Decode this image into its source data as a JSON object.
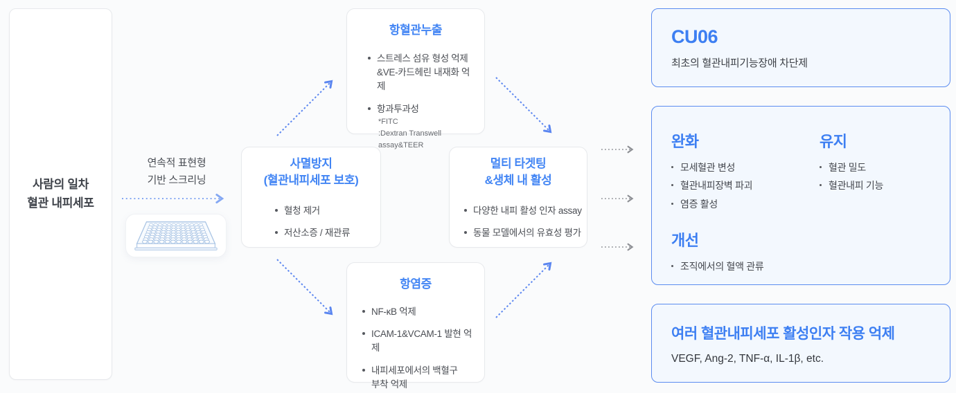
{
  "colors": {
    "accent_blue": "#4285f4",
    "panel_border_blue": "#5b8cf0",
    "panel_bg": "#f3f8fe",
    "arrow_blue": "#5b86f0",
    "arrow_light_blue": "#85a8f3",
    "arrow_gray": "#8d8f94",
    "plate_stroke": "#a9c4e4",
    "text_dark": "#3f434a",
    "text_body": "#4b4e54"
  },
  "source_box": {
    "lines": [
      "사람의 일차",
      "혈관 내피세포"
    ]
  },
  "screening": {
    "lines": [
      "연속적 표현형",
      "기반 스크리닝"
    ],
    "icon": "microplate-icon"
  },
  "flow_boxes": {
    "anti_leakage": {
      "title_lines": [
        "항혈관누출"
      ],
      "bullets": [
        {
          "lines": [
            "스트레스 섬유 형성 억제",
            "&VE-카드헤린 내재화 억제"
          ]
        },
        {
          "lines": [
            "항과투과성"
          ],
          "notes": [
            "*FITC",
            ":Dextran Transwell assay&TEER"
          ]
        }
      ]
    },
    "apoptosis_prevention": {
      "title_lines": [
        "사멸방지",
        "(혈관내피세포 보호)"
      ],
      "bullets": [
        {
          "lines": [
            "혈청 제거"
          ]
        },
        {
          "lines": [
            "저산소증 / 재관류"
          ]
        }
      ]
    },
    "multi_targeting": {
      "title_lines": [
        "멀티 타겟팅",
        "&생체 내 활성"
      ],
      "bullets": [
        {
          "lines": [
            "다양한 내피 활성 인자 assay"
          ]
        },
        {
          "lines": [
            "동물 모델에서의 유효성 평가"
          ]
        }
      ]
    },
    "anti_inflammation": {
      "title_lines": [
        "항염증"
      ],
      "bullets": [
        {
          "lines": [
            "NF-κB 억제"
          ]
        },
        {
          "lines": [
            "ICAM-1&VCAM-1 발현 억제"
          ]
        },
        {
          "lines": [
            "내피세포에서의 백혈구",
            "부착 억제"
          ]
        }
      ]
    }
  },
  "results": {
    "cu06": {
      "title": "CU06",
      "subtitle": "최초의 혈관내피기능장애 차단제"
    },
    "outcomes": {
      "sections": [
        {
          "heading": "완화",
          "items": [
            "모세혈관 변성",
            "혈관내피장벽 파괴",
            "염증 활성"
          ]
        },
        {
          "heading": "유지",
          "items": [
            "혈관 밀도",
            "혈관내피 기능"
          ]
        },
        {
          "heading": "개선",
          "items": [
            "조직에서의 혈액 관류"
          ]
        }
      ]
    },
    "inhibition": {
      "title": "여러 혈관내피세포 활성인자 작용 억제",
      "subtitle": "VEGF, Ang-2, TNF-α, IL-1β, etc."
    }
  }
}
